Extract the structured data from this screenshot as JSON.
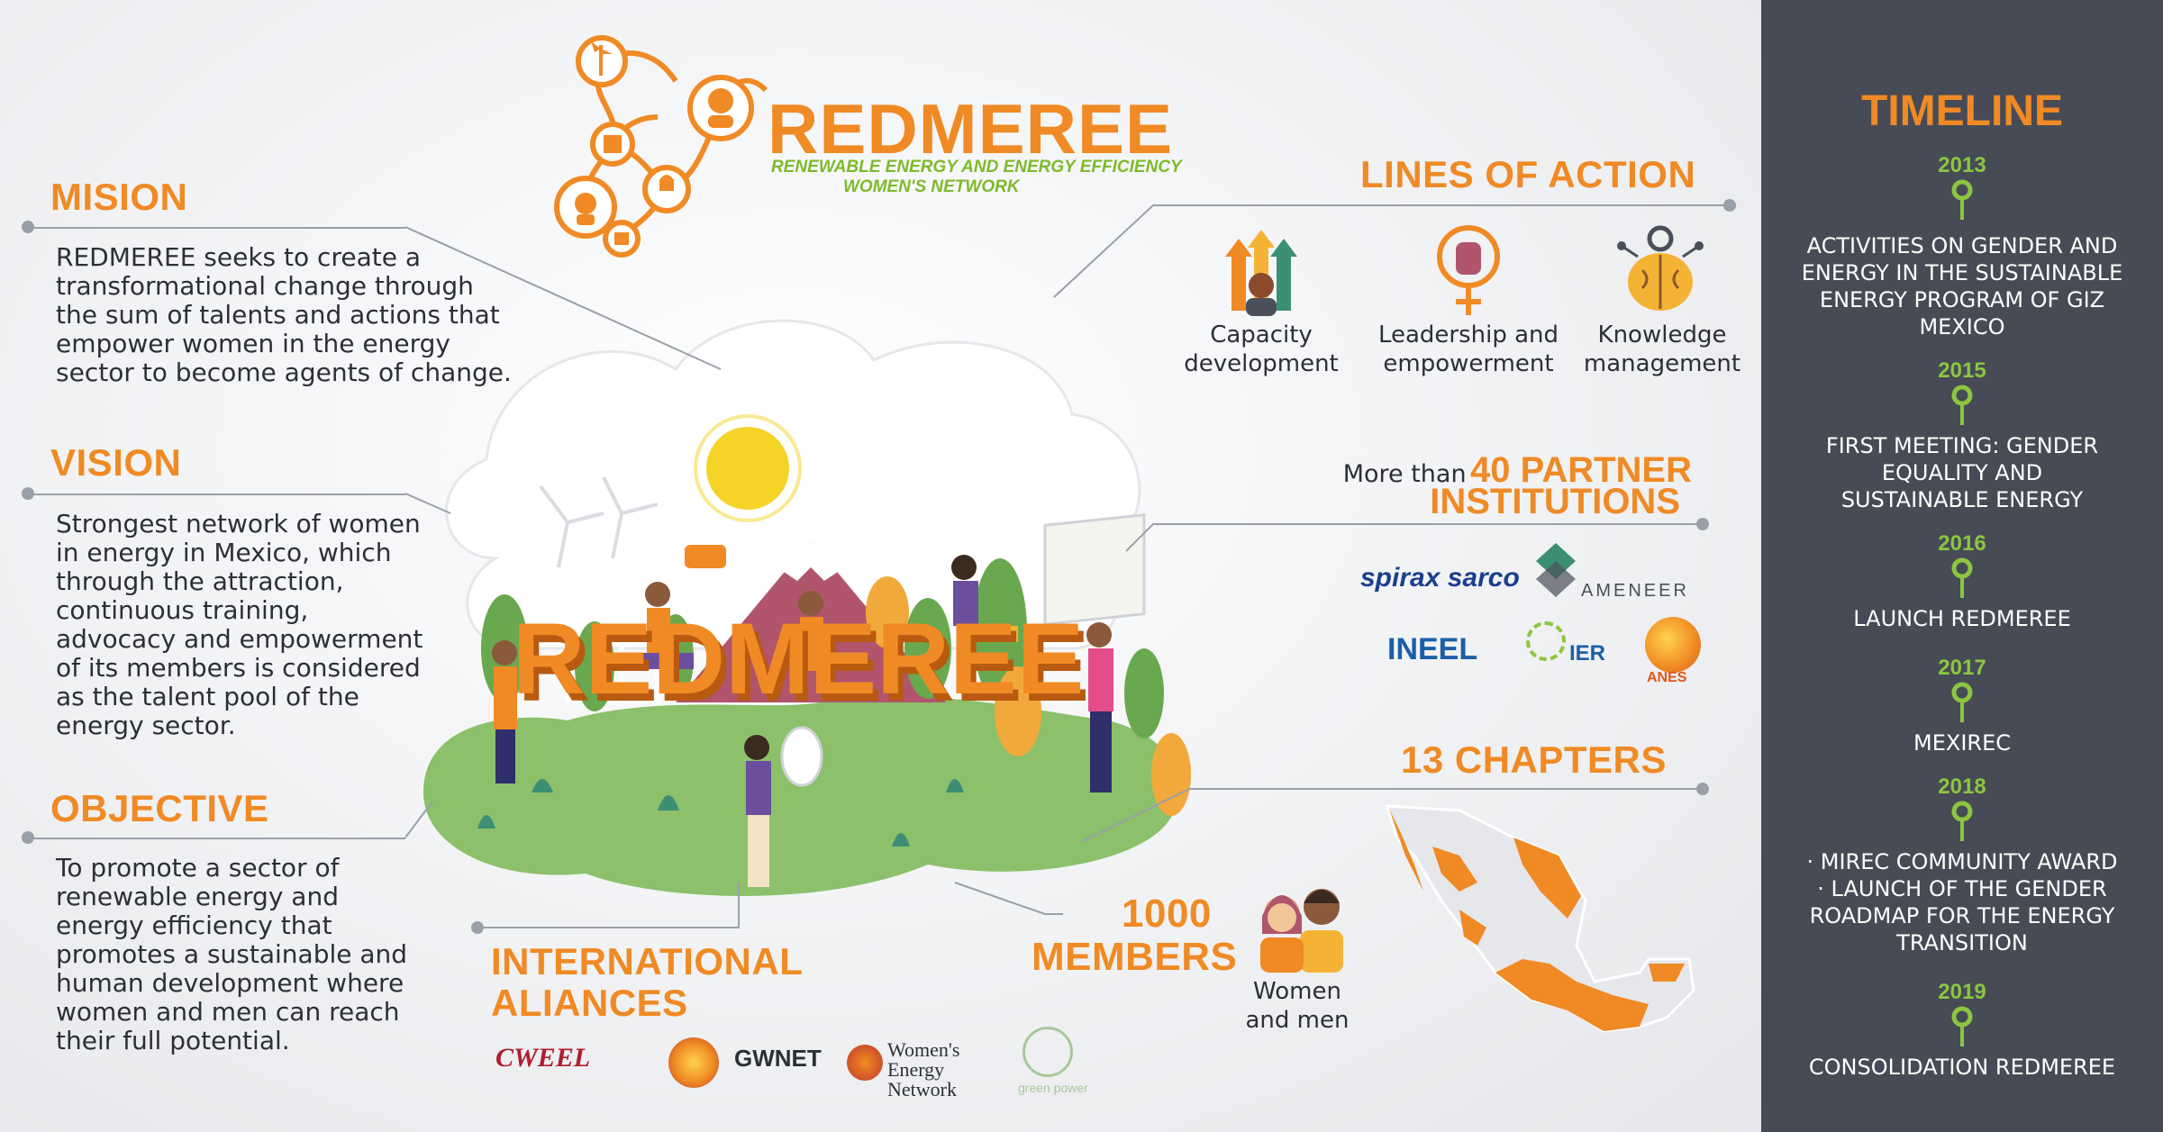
{
  "logo": {
    "title": "REDMEREE",
    "subtitle_line1": "RENEWABLE ENERGY AND ENERGY EFFICIENCY",
    "subtitle_line2": "WOMEN'S NETWORK"
  },
  "mision": {
    "heading": "MISION",
    "text": "REDMEREE seeks to create a transformational change through the sum of talents and actions that empower women in the energy sector to become agents of change."
  },
  "vision": {
    "heading": "VISION",
    "text": "Strongest network of women in energy in Mexico, which through the attraction, continuous training, advocacy and empowerment of its members is considered as the talent pool of the energy sector."
  },
  "objective": {
    "heading": "OBJECTIVE",
    "text": "To promote a sector of renewable energy and energy efficiency that promotes a sustainable and human development where women and men can reach their full potential."
  },
  "lines_of_action": {
    "heading": "LINES OF ACTION",
    "items": [
      {
        "label": "Capacity development",
        "icon": "arrows-person-icon"
      },
      {
        "label": "Leadership and empowerment",
        "icon": "fist-female-icon"
      },
      {
        "label": "Knowledge management",
        "icon": "brain-gear-icon"
      }
    ]
  },
  "partners": {
    "prefix": "More than",
    "highlight": "40 PARTNER",
    "highlight2": "INSTITUTIONS",
    "logos": [
      "spirax sarco",
      "AMENEER",
      "INEEL",
      "IER",
      "ANES"
    ]
  },
  "chapters": {
    "heading": "13 CHAPTERS"
  },
  "members": {
    "number": "1000",
    "label": "MEMBERS",
    "caption": "Women and men"
  },
  "alliances": {
    "heading_line1": "INTERNATIONAL",
    "heading_line2": "ALIANCES",
    "logos": [
      "CWEEL",
      "GWNET",
      "Women's Energy Network",
      "green power"
    ]
  },
  "scene_text": "REDMEREE",
  "timeline": {
    "title": "TIMELINE",
    "events": [
      {
        "year": "2013",
        "text": "ACTIVITIES ON GENDER AND ENERGY IN THE SUSTAINABLE ENERGY PROGRAM OF GIZ MEXICO"
      },
      {
        "year": "2015",
        "text": "FIRST MEETING: GENDER EQUALITY AND SUSTAINABLE ENERGY"
      },
      {
        "year": "2016",
        "text": "LAUNCH REDMEREE"
      },
      {
        "year": "2017",
        "text": "MEXIREC"
      },
      {
        "year": "2018",
        "text": "· MIREC COMMUNITY AWARD · LAUNCH OF THE GENDER ROADMAP FOR THE ENERGY TRANSITION"
      },
      {
        "year": "2019",
        "text": "CONSOLIDATION REDMEREE"
      }
    ]
  },
  "colors": {
    "accent": "#f08a24",
    "green": "#8cc63f",
    "sidebar": "#474b56",
    "text": "#2d2f36"
  }
}
